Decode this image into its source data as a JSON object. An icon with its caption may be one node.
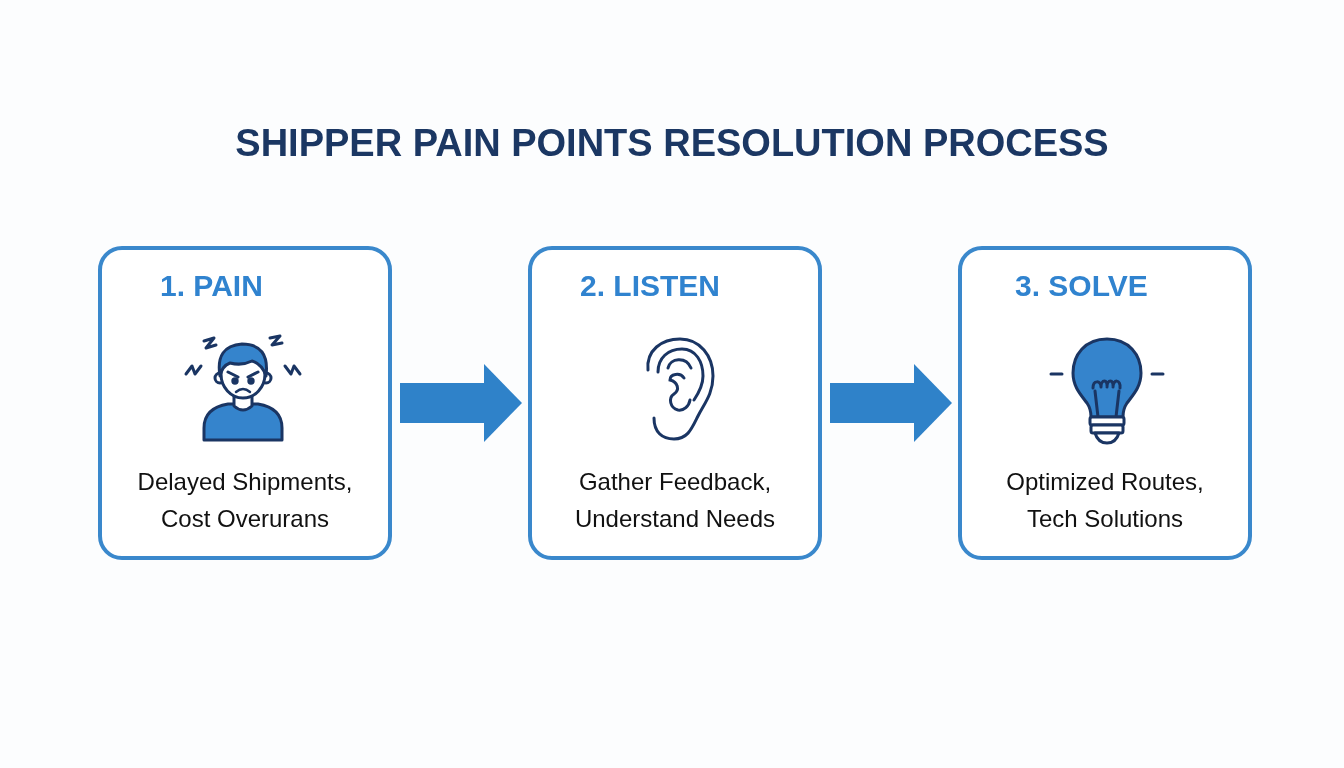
{
  "diagram": {
    "title": "SHIPPER PAIN POINTS RESOLUTION PROCESS",
    "nodes": [
      {
        "text": [
          "1. PAIN",
          "Delayed Shipments, Cost Overurans"
        ]
      },
      {
        "text": [
          "2. LISTEN",
          "Gather Feedback, Understand Needs"
        ]
      },
      {
        "text": [
          "3. SOLVE",
          "Optimized Routes, Tech Solutions"
        ]
      }
    ],
    "edges": [
      {
        "from": 0,
        "to": 1,
        "arrow": "to"
      },
      {
        "from": 1,
        "to": 2,
        "arrow": "to"
      }
    ]
  }
}
